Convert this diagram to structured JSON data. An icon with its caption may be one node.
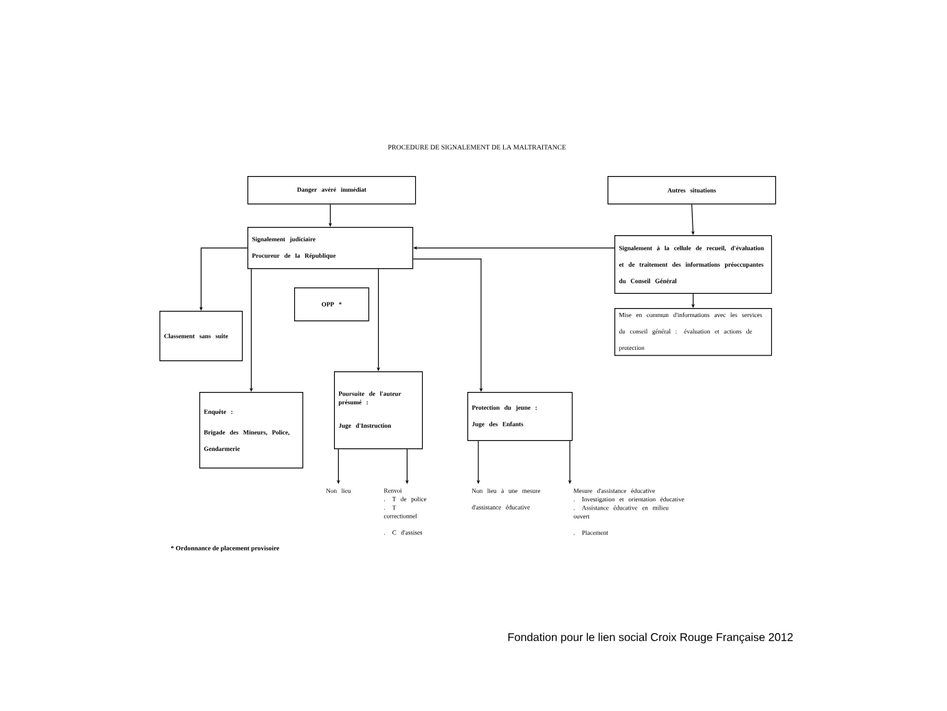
{
  "diagram": {
    "title": "PROCEDURE DE SIGNALEMENT DE LA MALTRAITANCE",
    "caption": "Fondation pour le lien social Croix Rouge Française 2012",
    "nodes": [
      {
        "text": [
          "Danger avéré immédiat"
        ]
      },
      {
        "text": [
          "Autres situations"
        ]
      },
      {
        "text": [
          "Signalement judiciaire",
          "Procureur de la République"
        ]
      },
      {
        "text": [
          "OPP *"
        ]
      },
      {
        "text": [
          "Classement sans suite"
        ]
      },
      {
        "text": [
          "Signalement à la cellule de recueil, d'évaluation et de traitement des informations préoccupantes du Conseil Général"
        ]
      },
      {
        "text": [
          "Mise en commun d'informations avec les services du conseil général : évaluation et actions de protection"
        ]
      },
      {
        "text": [
          "Enquête :",
          "Brigade des Mineurs, Police, Gendarmerie"
        ]
      },
      {
        "text": [
          "Poursuite de l'auteur présumé :",
          "Juge d'Instruction"
        ]
      },
      {
        "text": [
          "Protection du jeune :",
          "Juge des Enfants"
        ]
      },
      {
        "text": [
          "Non lieu"
        ]
      },
      {
        "text": [
          "Renvoi",
          ". T de police",
          ". T correctionnel",
          ". C d'assises"
        ]
      },
      {
        "text": [
          "Non lieu à une mesure d'assistance éducative"
        ]
      },
      {
        "text": [
          "Mesure d'assistance éducative",
          ". Investigation et orientation éducative",
          ". Assistance éducative en milieu ouvert",
          ". Placement"
        ]
      }
    ],
    "edges": [
      {
        "from": 0,
        "to": 2,
        "arrow": "to"
      },
      {
        "from": 1,
        "to": 5,
        "arrow": "to"
      },
      {
        "from": 5,
        "to": 6,
        "arrow": "to"
      },
      {
        "from": 5,
        "to": 2,
        "arrow": "to"
      },
      {
        "from": 2,
        "to": 4,
        "arrow": "to"
      },
      {
        "from": 2,
        "to": 7,
        "arrow": "to"
      },
      {
        "from": 2,
        "to": 8,
        "arrow": "to"
      },
      {
        "from": 2,
        "to": 9,
        "arrow": "to"
      },
      {
        "from": 8,
        "to": 10,
        "arrow": "to"
      },
      {
        "from": 8,
        "to": 11,
        "arrow": "to"
      },
      {
        "from": 9,
        "to": 12,
        "arrow": "to"
      },
      {
        "from": 9,
        "to": 13,
        "arrow": "to"
      }
    ],
    "labels": [
      "* Ordonnance de placement provisoire"
    ]
  }
}
